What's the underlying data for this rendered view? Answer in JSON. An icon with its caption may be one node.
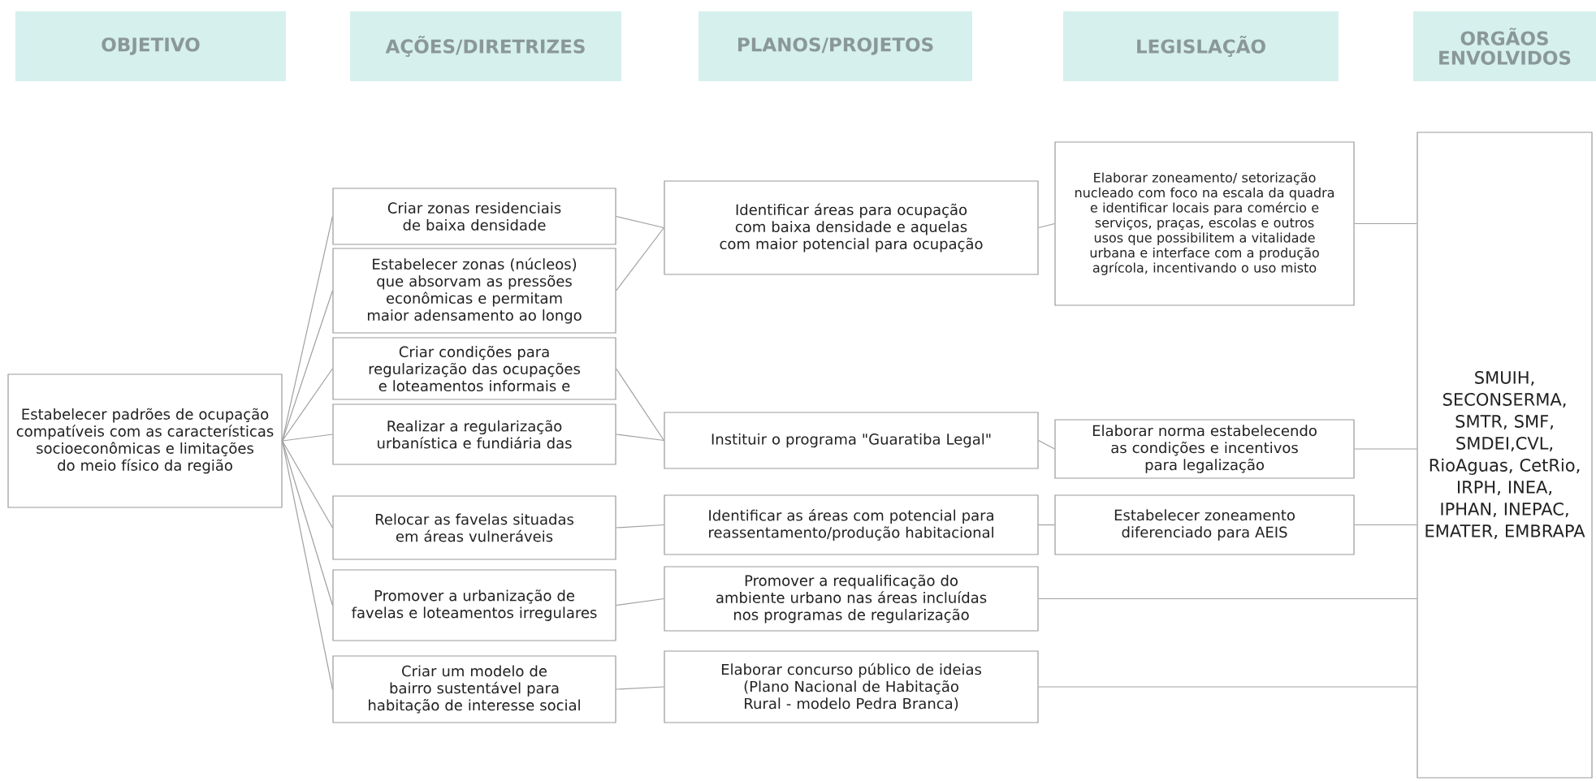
{
  "diagram": {
    "nodes": [
      {
        "text": [
          "OBJETIVO"
        ]
      },
      {
        "text": [
          "AÇÕES/DIRETRIZES"
        ]
      },
      {
        "text": [
          "PLANOS/PROJETOS"
        ]
      },
      {
        "text": [
          "LEGISLAÇÃO"
        ]
      },
      {
        "text": [
          "ORGÃOS ENVOLVIDOS"
        ]
      },
      {
        "text": [
          "Estabelecer padrões de ocupação compatíveis com as características socioeconômicas e limitações do meio físico da região"
        ]
      },
      {
        "text": [
          "Criar zonas residenciais de baixa densidade"
        ]
      },
      {
        "text": [
          "Estabelecer zonas (núcleos) que absorvam as pressões econômicas e permitam maior adensamento ao longo"
        ]
      },
      {
        "text": [
          "Criar condições para regularização das ocupações e loteamentos informais e"
        ]
      },
      {
        "text": [
          "Realizar a regularização urbanística e fundiária das"
        ]
      },
      {
        "text": [
          "Relocar as favelas situadas em áreas vulneráveis"
        ]
      },
      {
        "text": [
          "Promover a urbanização de favelas e loteamentos irregulares"
        ]
      },
      {
        "text": [
          "Criar um modelo de bairro sustentável para habitação de interesse social"
        ]
      },
      {
        "text": [
          "Identificar áreas para ocupação com baixa densidade e aquelas com maior potencial para ocupação"
        ]
      },
      {
        "text": [
          "Instituir o programa \"Guaratiba Legal\""
        ]
      },
      {
        "text": [
          "Identificar as áreas com potencial para reassentamento/produção habitacional"
        ]
      },
      {
        "text": [
          "Promover a requalificação do ambiente urbano nas áreas incluídas nos programas de regularização"
        ]
      },
      {
        "text": [
          "Elaborar concurso público de ideias (Plano Nacional de Habitação Rural - modelo Pedra Branca)"
        ]
      },
      {
        "text": [
          "Elaborar zoneamento/ setorização nucleado com foco na escala da quadra e identificar locais para comércio e serviços, praças, escolas e outros usos que possibilitem a vitalidade urbana e interface com a produção agrícola, incentivando o uso misto"
        ]
      },
      {
        "text": [
          "Elaborar norma estabelecendo as condições e incentivos para legalização"
        ]
      },
      {
        "text": [
          "Estabelecer zoneamento diferenciado para AEIS"
        ]
      },
      {
        "text": [
          "SMUIH, SECONSERMA, SMTR, SMF, SMDEI,CVL, RioAguas, CetRio, IRPH, INEA, IPHAN, INEPAC, EMATER, EMBRAPA"
        ]
      }
    ],
    "edges": [
      {
        "from": 5,
        "to": 6,
        "arrow": "none"
      },
      {
        "from": 5,
        "to": 7,
        "arrow": "none"
      },
      {
        "from": 5,
        "to": 8,
        "arrow": "none"
      },
      {
        "from": 5,
        "to": 9,
        "arrow": "none"
      },
      {
        "from": 5,
        "to": 10,
        "arrow": "none"
      },
      {
        "from": 5,
        "to": 11,
        "arrow": "none"
      },
      {
        "from": 5,
        "to": 12,
        "arrow": "none"
      },
      {
        "from": 6,
        "to": 13,
        "arrow": "none"
      },
      {
        "from": 7,
        "to": 13,
        "arrow": "none"
      },
      {
        "from": 8,
        "to": 14,
        "arrow": "none"
      },
      {
        "from": 9,
        "to": 14,
        "arrow": "none"
      },
      {
        "from": 10,
        "to": 15,
        "arrow": "none"
      },
      {
        "from": 11,
        "to": 16,
        "arrow": "none"
      },
      {
        "from": 12,
        "to": 17,
        "arrow": "none"
      },
      {
        "from": 13,
        "to": 18,
        "arrow": "none"
      },
      {
        "from": 14,
        "to": 19,
        "arrow": "none"
      },
      {
        "from": 15,
        "to": 20,
        "arrow": "none"
      },
      {
        "from": 18,
        "to": 21,
        "arrow": "none"
      },
      {
        "from": 19,
        "to": 21,
        "arrow": "none"
      },
      {
        "from": 20,
        "to": 21,
        "arrow": "none"
      },
      {
        "from": 16,
        "to": 21,
        "arrow": "none"
      },
      {
        "from": 17,
        "to": 21,
        "arrow": "none"
      }
    ]
  }
}
